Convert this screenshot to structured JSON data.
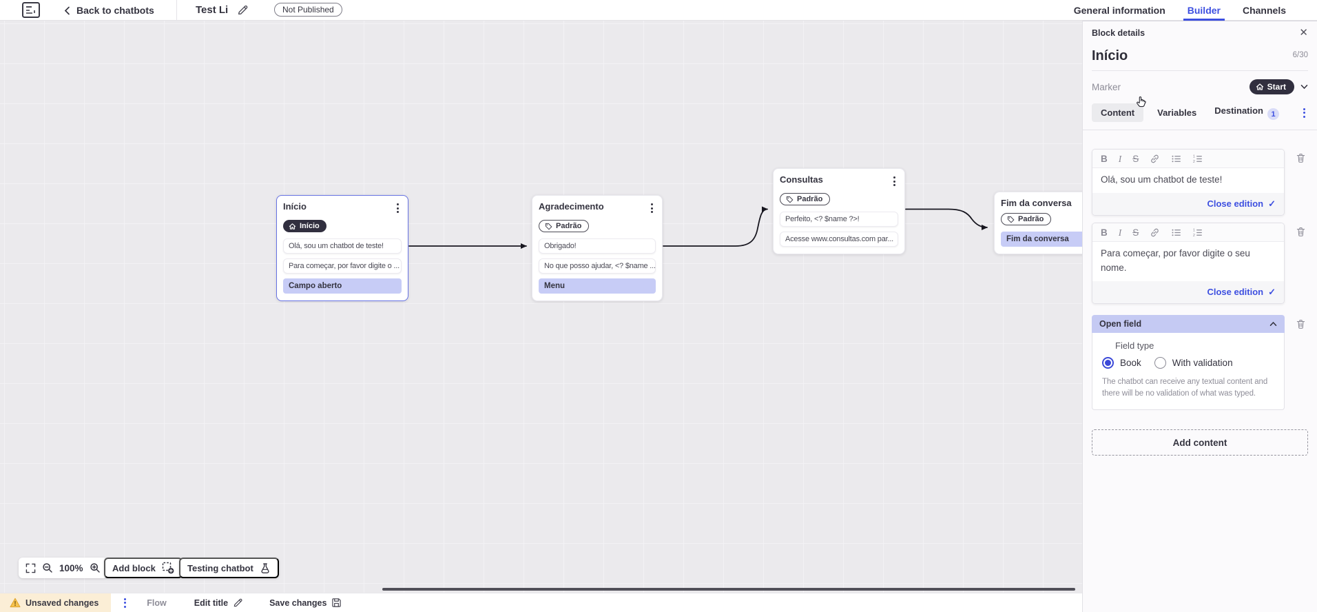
{
  "topbar": {
    "back_label": "Back to chatbots",
    "chatbot_title": "Test Li",
    "status_badge": "Not Published",
    "tabs": [
      {
        "label": "General information"
      },
      {
        "label": "Builder"
      },
      {
        "label": "Channels"
      }
    ]
  },
  "canvas": {
    "zoom_level": "100%",
    "add_block_label": "Add block",
    "testing_chatbot_label": "Testing chatbot",
    "blocks": [
      {
        "title": "Início",
        "badge": "Início",
        "messages": [
          "Olá, sou um chatbot de teste!",
          "Para começar, por favor digite o ..."
        ],
        "action": "Campo aberto"
      },
      {
        "title": "Agradecimento",
        "badge": "Padrão",
        "messages": [
          "Obrigado!",
          "No que posso ajudar, <? $name ..."
        ],
        "action": "Menu"
      },
      {
        "title": "Consultas",
        "badge": "Padrão",
        "messages": [
          "Perfeito, <? $name ?>!",
          "Acesse www.consultas.com par..."
        ]
      },
      {
        "title": "Fim da conversa",
        "badge": "Padrão",
        "action": "Fim da conversa"
      }
    ]
  },
  "statusbar": {
    "unsaved_label": "Unsaved changes",
    "flow_label": "Flow",
    "edit_title_label": "Edit title",
    "save_label": "Save changes"
  },
  "panel": {
    "header": "Block details",
    "block_name": "Início",
    "name_counter": "6/30",
    "marker_label": "Marker",
    "marker_value": "Start",
    "tabs": [
      {
        "label": "Content"
      },
      {
        "label": "Variables"
      },
      {
        "label": "Destination",
        "badge": "1"
      }
    ],
    "editors": [
      {
        "text": "Olá, sou um chatbot de teste!",
        "close_label": "Close edition"
      },
      {
        "text": "Para começar, por favor digite o seu nome.",
        "close_label": "Close edition"
      }
    ],
    "open_field": {
      "title": "Open field",
      "field_type_label": "Field type",
      "options": [
        {
          "label": "Book",
          "selected": true
        },
        {
          "label": "With validation",
          "selected": false
        }
      ],
      "description": "The chatbot can receive any textual content and there will be no validation of what was typed."
    },
    "add_content_label": "Add content"
  },
  "glyphs": {
    "check": "✓",
    "close": "✕"
  },
  "colors": {
    "accent": "#3d4fe0",
    "dark_pill": "#312f3f",
    "highlight": "#c7ccf6",
    "warning_bg": "#fbeed6",
    "canvas_bg": "#ebeaed",
    "selected_border": "#6672e3"
  }
}
